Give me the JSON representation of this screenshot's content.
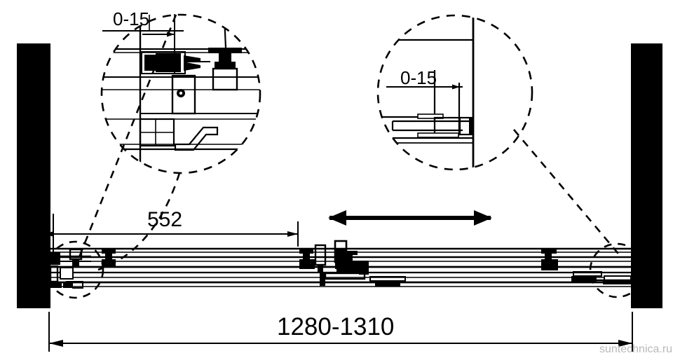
{
  "drawing": {
    "title": "Sliding shower door installation drawing",
    "type": "technical-cad-elevation"
  },
  "dimensions": {
    "overall_width": "1280-1310",
    "panel_width": "552",
    "detail_left_gap": "0-15",
    "detail_right_gap": "0-15"
  },
  "annotations": {
    "slide_arrow": "double-headed-horizontal-arrow",
    "detail_left_label": "0-15",
    "detail_right_label": "0-15"
  },
  "watermark": {
    "text": "suntechnica.ru",
    "color": "#b9b9b9"
  },
  "colors": {
    "line": "#000000",
    "wall_fill": "#000000",
    "background": "#ffffff",
    "watermark": "#b9b9b9"
  },
  "parts": {
    "left_wall": "wall-block-left",
    "right_wall": "wall-block-right",
    "rail_assembly": "sliding-rail-profile",
    "roller_left": "roller-carriage-left",
    "roller_mid": "roller-carriage-middle",
    "roller_right": "roller-carriage-right",
    "detail_circle_left": "detail-view-left",
    "detail_circle_right": "detail-view-right"
  }
}
